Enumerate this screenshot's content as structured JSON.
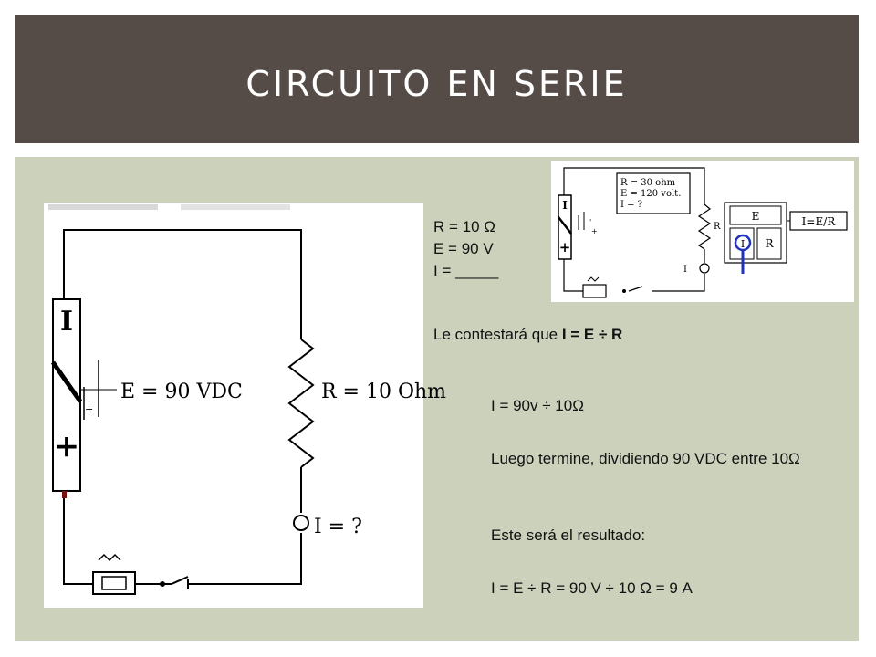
{
  "slide": {
    "title": "CIRCUITO EN SERIE"
  },
  "given": {
    "r_line": "R = 10 Ω",
    "e_line": "E = 90 V",
    "i_line": "I = _____"
  },
  "answer": {
    "prefix": "Le contestará que ",
    "formula": "I = E ÷ R"
  },
  "steps": {
    "calc": "I = 90v ÷ 10Ω",
    "instruction": "Luego termine, dividiendo 90 VDC entre 10Ω",
    "result_label": "Este será el resultado:",
    "result": "I = E ÷ R = 90 V ÷ 10 Ω = 9 A"
  },
  "main_diagram": {
    "battery_minus": "I",
    "battery_plus": "+",
    "voltage_label": "E = 90 VDC",
    "resistor_label": "R = 10  Ohm",
    "current_label": "I = ?",
    "cell_plus": "+"
  },
  "inset_diagram": {
    "given_r": "R = 30 ohm",
    "given_e": "E = 120 volt.",
    "given_i": "I =  ?",
    "r_label": "R",
    "i_label": "I",
    "e_label": "E",
    "cell_minus": "'",
    "cell_plus": "+",
    "triangle_e": "E",
    "triangle_i": "I",
    "triangle_r": "R",
    "formula": "I=E/R",
    "accent_color": "#2233bb"
  }
}
